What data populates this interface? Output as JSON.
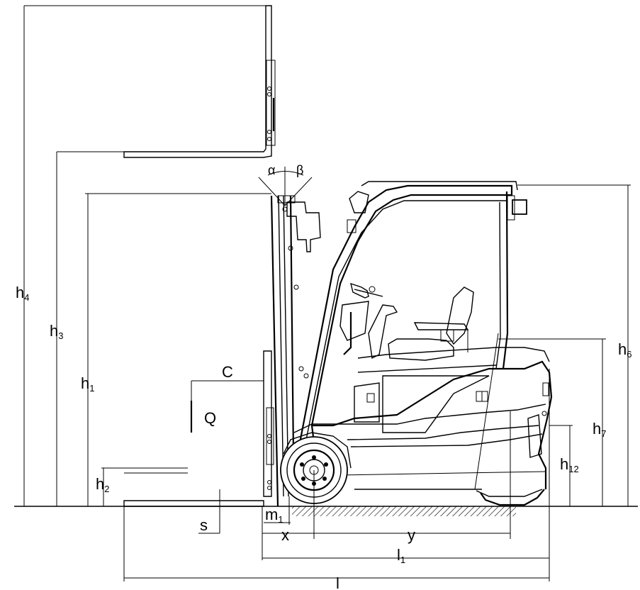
{
  "dimension_labels": {
    "h4": {
      "base": "h",
      "sub": "4"
    },
    "h3": {
      "base": "h",
      "sub": "3"
    },
    "h1": {
      "base": "h",
      "sub": "1"
    },
    "h2": {
      "base": "h",
      "sub": "2"
    },
    "h6": {
      "base": "h",
      "sub": "6"
    },
    "h7": {
      "base": "h",
      "sub": "7"
    },
    "h12": {
      "base": "h",
      "sub": "12"
    },
    "C": "C",
    "Q": "Q",
    "s": "s",
    "m1": {
      "base": "m",
      "sub": "1"
    },
    "x": "x",
    "y": "y",
    "l1": {
      "base": "l",
      "sub": "1"
    },
    "l": "l",
    "alpha": "α",
    "beta": "β"
  },
  "colors": {
    "line": "#000000",
    "background": "#ffffff"
  },
  "icons": [
    "forklift-side-view-drawing",
    "wheel-icon",
    "ground-hatching"
  ]
}
